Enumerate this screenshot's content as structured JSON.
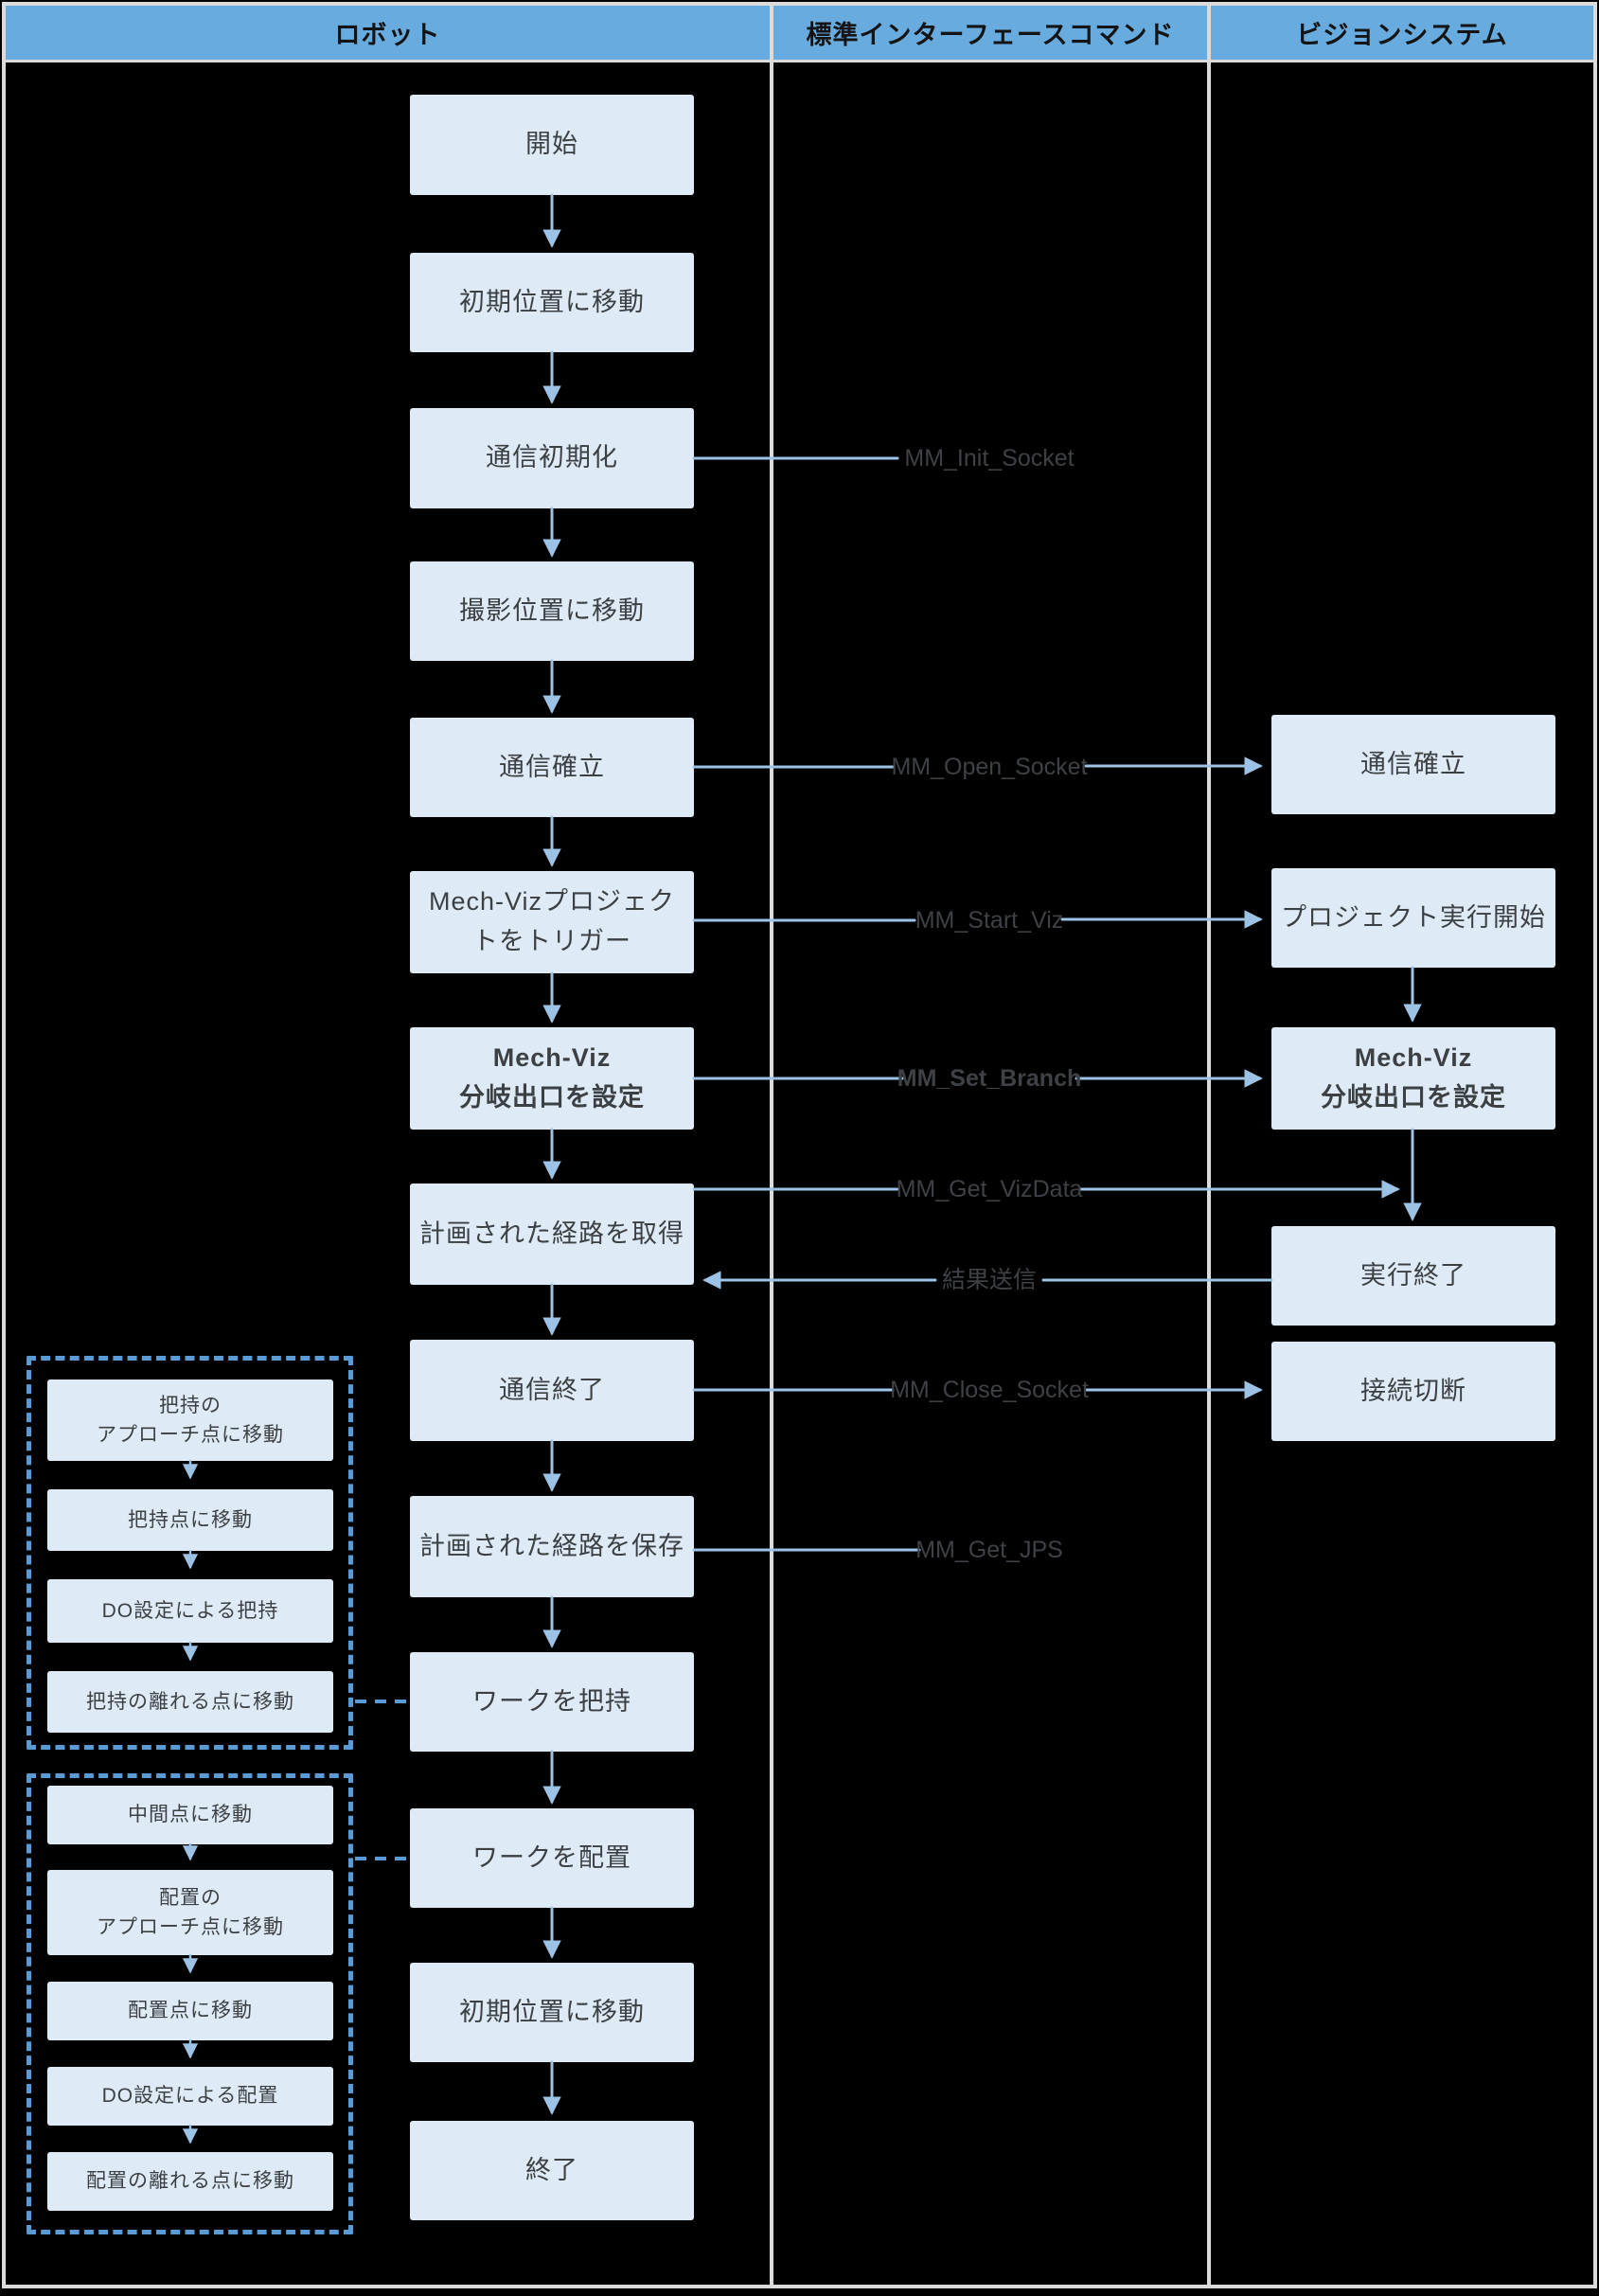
{
  "header": {
    "columns": [
      {
        "label": "ロボット"
      },
      {
        "label": "標準インターフェースコマンド"
      },
      {
        "label": "ビジョンシステム"
      }
    ]
  },
  "robot_flow": [
    {
      "label": "開始"
    },
    {
      "label": "初期位置に移動"
    },
    {
      "label": "通信初期化"
    },
    {
      "label": "撮影位置に移動"
    },
    {
      "label": "通信確立"
    },
    {
      "label": "Mech-Vizプロジェク\nトをトリガー"
    },
    {
      "label": "Mech-Viz\n分岐出口を設定",
      "bold": true
    },
    {
      "label": "計画された経路を取得"
    },
    {
      "label": "通信終了"
    },
    {
      "label": "計画された経路を保存"
    },
    {
      "label": "ワークを把持"
    },
    {
      "label": "ワークを配置"
    },
    {
      "label": "初期位置に移動"
    },
    {
      "label": "終了"
    }
  ],
  "vision_flow": [
    {
      "label": "通信確立"
    },
    {
      "label": "プロジェクト実行開始"
    },
    {
      "label": "Mech-Viz\n分岐出口を設定",
      "bold": true
    },
    {
      "label": "実行終了"
    },
    {
      "label": "接続切断"
    }
  ],
  "commands": [
    {
      "label": "MM_Init_Socket"
    },
    {
      "label": "MM_Open_Socket"
    },
    {
      "label": "MM_Start_Viz"
    },
    {
      "label": "MM_Set_Branch",
      "bold": true
    },
    {
      "label": "MM_Get_VizData"
    },
    {
      "label": "結果送信"
    },
    {
      "label": "MM_Close_Socket"
    },
    {
      "label": "MM_Get_JPS"
    }
  ],
  "pick_group": {
    "items": [
      {
        "label": "把持の\nアプローチ点に移動"
      },
      {
        "label": "把持点に移動"
      },
      {
        "label": "DO設定による把持"
      },
      {
        "label": "把持の離れる点に移動"
      }
    ]
  },
  "place_group": {
    "items": [
      {
        "label": "中間点に移動"
      },
      {
        "label": "配置の\nアプローチ点に移動"
      },
      {
        "label": "配置点に移動"
      },
      {
        "label": "DO設定による配置"
      },
      {
        "label": "配置の離れる点に移動"
      }
    ]
  },
  "colors": {
    "background": "#000000",
    "header_fill": "#68acdf",
    "box_fill": "#deebf7",
    "arrow": "#9cc2e5",
    "dashed_blue": "#5b9bd5",
    "grid_line": "#dbdbdb",
    "box_text": "#3c4043",
    "command_text": "#3e4145"
  }
}
